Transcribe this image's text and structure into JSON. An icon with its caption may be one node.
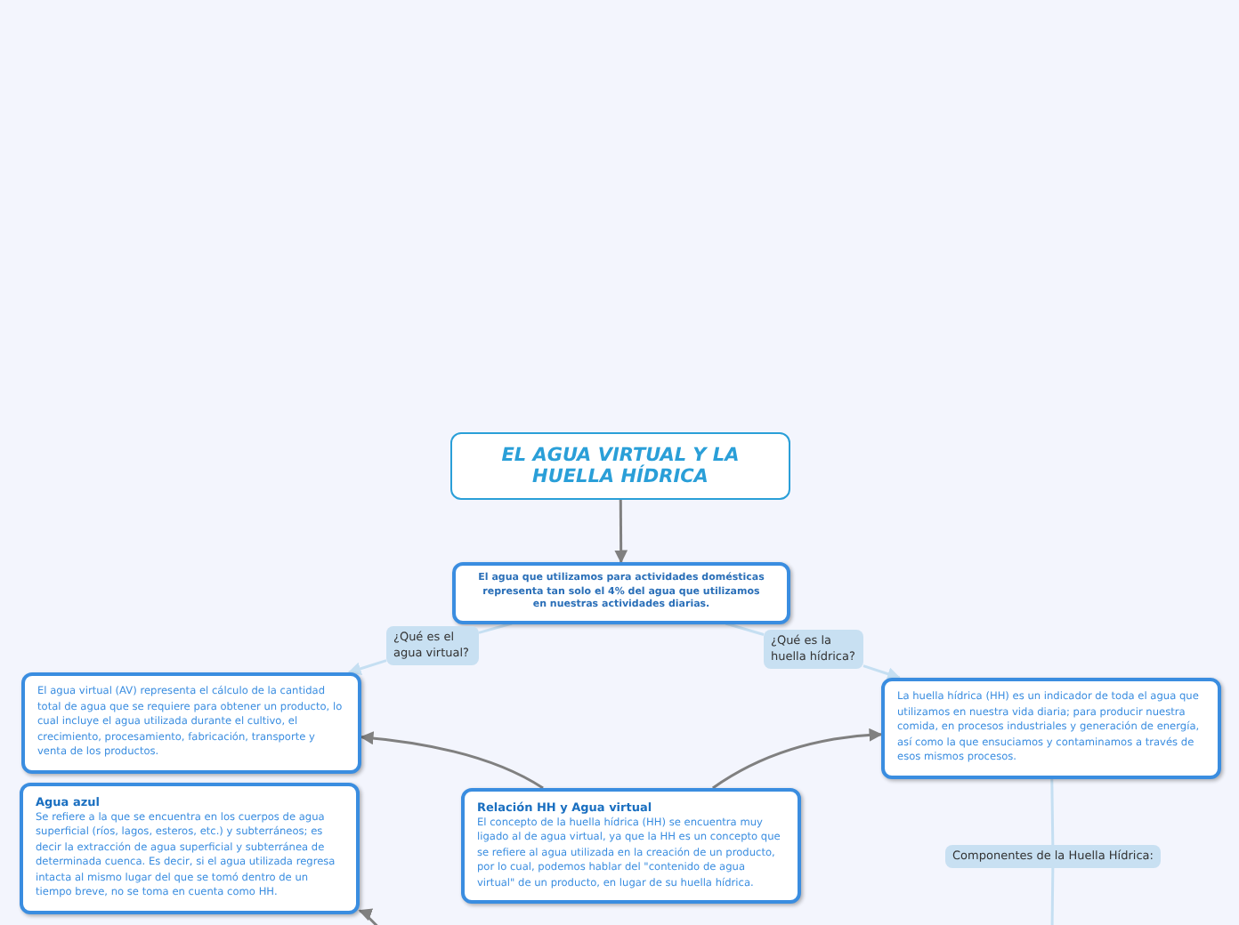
{
  "diagram": {
    "nodes": [
      {
        "text": [
          "EL AGUA VIRTUAL Y LA HUELLA HÍDRICA"
        ]
      },
      {
        "text": [
          "El agua que utilizamos para actividades domésticas representa tan solo el 4% del agua que utilizamos en nuestras actividades diarias."
        ]
      },
      {
        "text": [
          "¿Qué es el agua virtual?"
        ]
      },
      {
        "text": [
          "El agua virtual (AV) representa el cálculo de la cantidad total de agua que se requiere para obtener un producto, lo cual incluye el agua utilizada durante el cultivo, el crecimiento, procesamiento, fabricación, transporte y venta de los productos."
        ]
      },
      {
        "text": [
          "¿Qué es la huella hídrica?"
        ]
      },
      {
        "text": [
          "La huella hídrica (HH) es un indicador de toda el agua que utilizamos en nuestra vida diaria; para producir nuestra comida, en procesos industriales y generación de energía, así como la que ensuciamos y contaminamos a través de esos mismos procesos."
        ]
      },
      {
        "text": [
          "Agua azul",
          "Se refiere a la que se encuentra en los cuerpos de agua superficial (ríos, lagos, esteros, etc.) y subterráneos; es decir la extracción de agua superficial y subterránea de determinada cuenca. Es decir, si el agua utilizada regresa intacta al mismo lugar del que se tomó dentro de un tiempo breve, no se toma en cuenta como HH."
        ]
      },
      {
        "text": [
          "Relación HH y Agua virtual",
          "El concepto de la huella hídrica (HH) se encuentra muy ligado al de agua virtual, ya que la HH es un concepto que se refiere al agua utilizada en la creación de un producto, por lo cual, podemos hablar del \"contenido de agua virtual\" de un producto, en lugar de su huella hídrica."
        ]
      },
      {
        "text": [
          "Componentes de la Huella Hídrica:"
        ]
      }
    ],
    "edges": [
      {
        "from": 0,
        "to": 1,
        "arrow": "to",
        "color": "#808080"
      },
      {
        "from": 1,
        "to": 2,
        "arrow": "none"
      },
      {
        "from": 2,
        "to": 3,
        "arrow": "to"
      },
      {
        "from": 1,
        "to": 4,
        "arrow": "none"
      },
      {
        "from": 4,
        "to": 5,
        "arrow": "to"
      },
      {
        "from": 7,
        "to": 3,
        "arrow": "to",
        "color": "#808080"
      },
      {
        "from": 7,
        "to": 5,
        "arrow": "to",
        "color": "#808080"
      },
      {
        "from": null,
        "to": 6,
        "arrow": "to",
        "color": "#808080"
      },
      {
        "from": 5,
        "to": 8,
        "arrow": "none"
      },
      {
        "from": 8,
        "to": null,
        "arrow": "none"
      }
    ]
  }
}
